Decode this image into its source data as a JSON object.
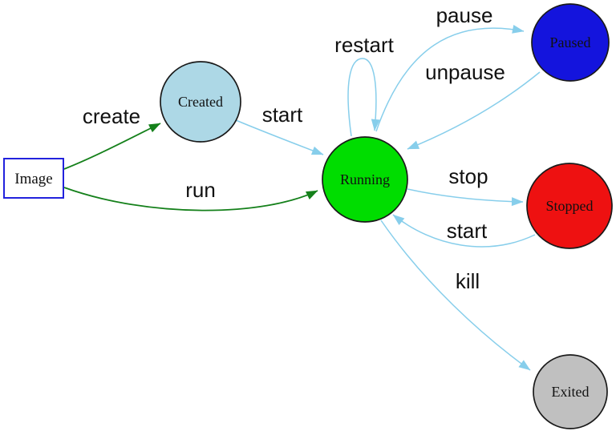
{
  "diagram": {
    "colors": {
      "background": "#ffffff",
      "edge_flow": "#87ceeb",
      "edge_action": "#14801a",
      "node_border": "#1a1a1a",
      "image_border": "#2222dd",
      "label_text": "#111111"
    },
    "nodes": [
      {
        "id": "image",
        "label": "Image",
        "shape": "rect",
        "fill": "#ffffff"
      },
      {
        "id": "created",
        "label": "Created",
        "shape": "circle",
        "fill": "#add8e6"
      },
      {
        "id": "running",
        "label": "Running",
        "shape": "circle",
        "fill": "#00dd00"
      },
      {
        "id": "paused",
        "label": "Paused",
        "shape": "circle",
        "fill": "#1414dd"
      },
      {
        "id": "stopped",
        "label": "Stopped",
        "shape": "circle",
        "fill": "#ee1111"
      },
      {
        "id": "exited",
        "label": "Exited",
        "shape": "circle",
        "fill": "#c0c0c0"
      }
    ],
    "edges": [
      {
        "from": "Image",
        "to": "Created",
        "label": "create",
        "color": "#14801a"
      },
      {
        "from": "Image",
        "to": "Running",
        "label": "run",
        "color": "#14801a"
      },
      {
        "from": "Created",
        "to": "Running",
        "label": "start",
        "color": "#87ceeb"
      },
      {
        "from": "Running",
        "to": "Running",
        "label": "restart",
        "color": "#87ceeb"
      },
      {
        "from": "Running",
        "to": "Paused",
        "label": "pause",
        "color": "#87ceeb"
      },
      {
        "from": "Paused",
        "to": "Running",
        "label": "unpause",
        "color": "#87ceeb"
      },
      {
        "from": "Running",
        "to": "Stopped",
        "label": "stop",
        "color": "#87ceeb"
      },
      {
        "from": "Stopped",
        "to": "Running",
        "label": "start",
        "color": "#87ceeb"
      },
      {
        "from": "Running",
        "to": "Exited",
        "label": "kill",
        "color": "#87ceeb"
      }
    ]
  }
}
